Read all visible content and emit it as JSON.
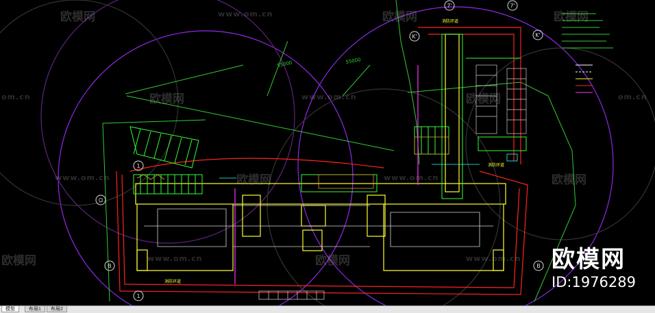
{
  "drawing": {
    "dim_a": "55000",
    "dim_b": "55000",
    "fire_lane_label": "消防环道",
    "fire_lane_label_2": "消防环道",
    "fire_lane_label_3": "消防环道",
    "grid_marks": [
      "1",
      "O",
      "B",
      "1",
      "B"
    ],
    "grid_top": [
      "7'",
      "7'"
    ],
    "grid_k": [
      "K'",
      "K'"
    ]
  },
  "watermarks": {
    "brand": "欧模网",
    "url": "www.om.cn",
    "url_short": "om.cn"
  },
  "brand_overlay": {
    "name": "欧模网",
    "id": "ID:1976289"
  },
  "tabs": [
    {
      "label": "模型",
      "active": true
    },
    {
      "label": "布局1",
      "active": false
    },
    {
      "label": "布局2",
      "active": false
    }
  ],
  "colors": {
    "background": "#000000",
    "green": "#33ff33",
    "magenta": "#cc33ff",
    "red": "#ff2222",
    "yellow": "#ffff33",
    "white": "#ffffff",
    "cyan": "#33ffff"
  }
}
